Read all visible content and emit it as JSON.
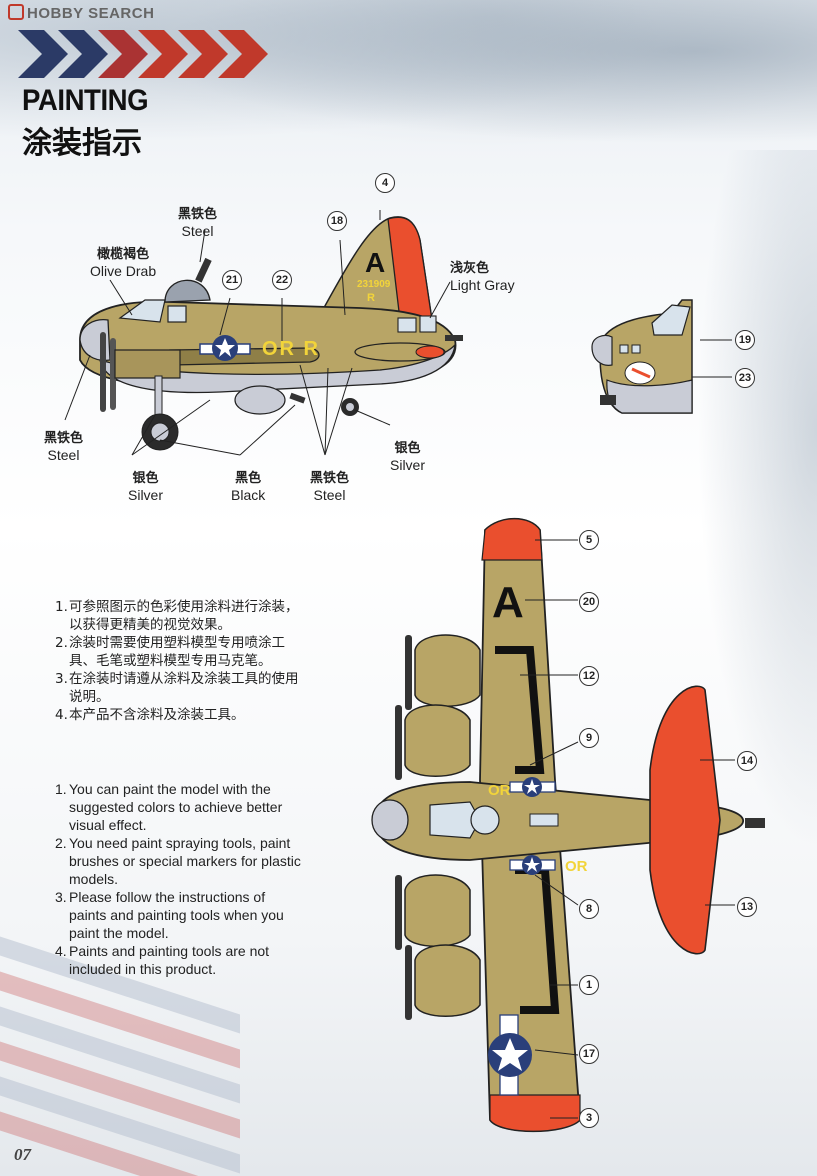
{
  "watermark": "HOBBY SEARCH",
  "title_en": "PAINTING",
  "title_cn": "涂装指示",
  "side_view_labels": {
    "steel_top": {
      "cn": "黑铁色",
      "en": "Steel"
    },
    "olive_drab": {
      "cn": "橄榄褐色",
      "en": "Olive Drab"
    },
    "light_gray": {
      "cn": "浅灰色",
      "en": "Light Gray"
    },
    "steel_left": {
      "cn": "黑铁色",
      "en": "Steel"
    },
    "silver_left": {
      "cn": "银色",
      "en": "Silver"
    },
    "black": {
      "cn": "黑色",
      "en": "Black"
    },
    "steel_bottom": {
      "cn": "黑铁色",
      "en": "Steel"
    },
    "silver_right": {
      "cn": "银色",
      "en": "Silver"
    }
  },
  "markings": {
    "tail_letter": "A",
    "serial": "231909",
    "tail_small": "R",
    "fuselage_code": "OR R",
    "wing_code": "OR",
    "wing_letter": "A"
  },
  "callouts": {
    "c4": "4",
    "c18": "18",
    "c21": "21",
    "c22": "22",
    "c19": "19",
    "c23": "23",
    "c5": "5",
    "c20": "20",
    "c12": "12",
    "c9": "9",
    "c14": "14",
    "c8": "8",
    "c13": "13",
    "c1": "1",
    "c17": "17",
    "c3": "3"
  },
  "notes_cn": [
    {
      "num": "1.",
      "text": "可参照图示的色彩使用涂料进行涂装，以获得更精美的视觉效果。"
    },
    {
      "num": "2.",
      "text": "涂装时需要使用塑料模型专用喷涂工具、毛笔或塑料模型专用马克笔。"
    },
    {
      "num": "3.",
      "text": "在涂装时请遵从涂料及涂装工具的使用说明。"
    },
    {
      "num": "4.",
      "text": "本产品不含涂料及涂装工具。"
    }
  ],
  "notes_en": [
    {
      "num": "1.",
      "text": "You can paint the model with the suggested colors to achieve better visual effect."
    },
    {
      "num": "2.",
      "text": "You need paint spraying tools, paint brushes or special markers for plastic models."
    },
    {
      "num": "3.",
      "text": "Please follow the instructions of paints and painting tools when you paint the model."
    },
    {
      "num": "4.",
      "text": "Paints and painting tools are not included in this product."
    }
  ],
  "page_number": "07",
  "colors": {
    "olive": "#b8a566",
    "olive_dark": "#8f7f47",
    "red": "#ea4f2e",
    "gray": "#c9ccd6",
    "navy": "#2a3f7a",
    "yellow": "#f2d43a",
    "chevron_navy": "#2b3a66",
    "chevron_red": "#c0392b"
  }
}
